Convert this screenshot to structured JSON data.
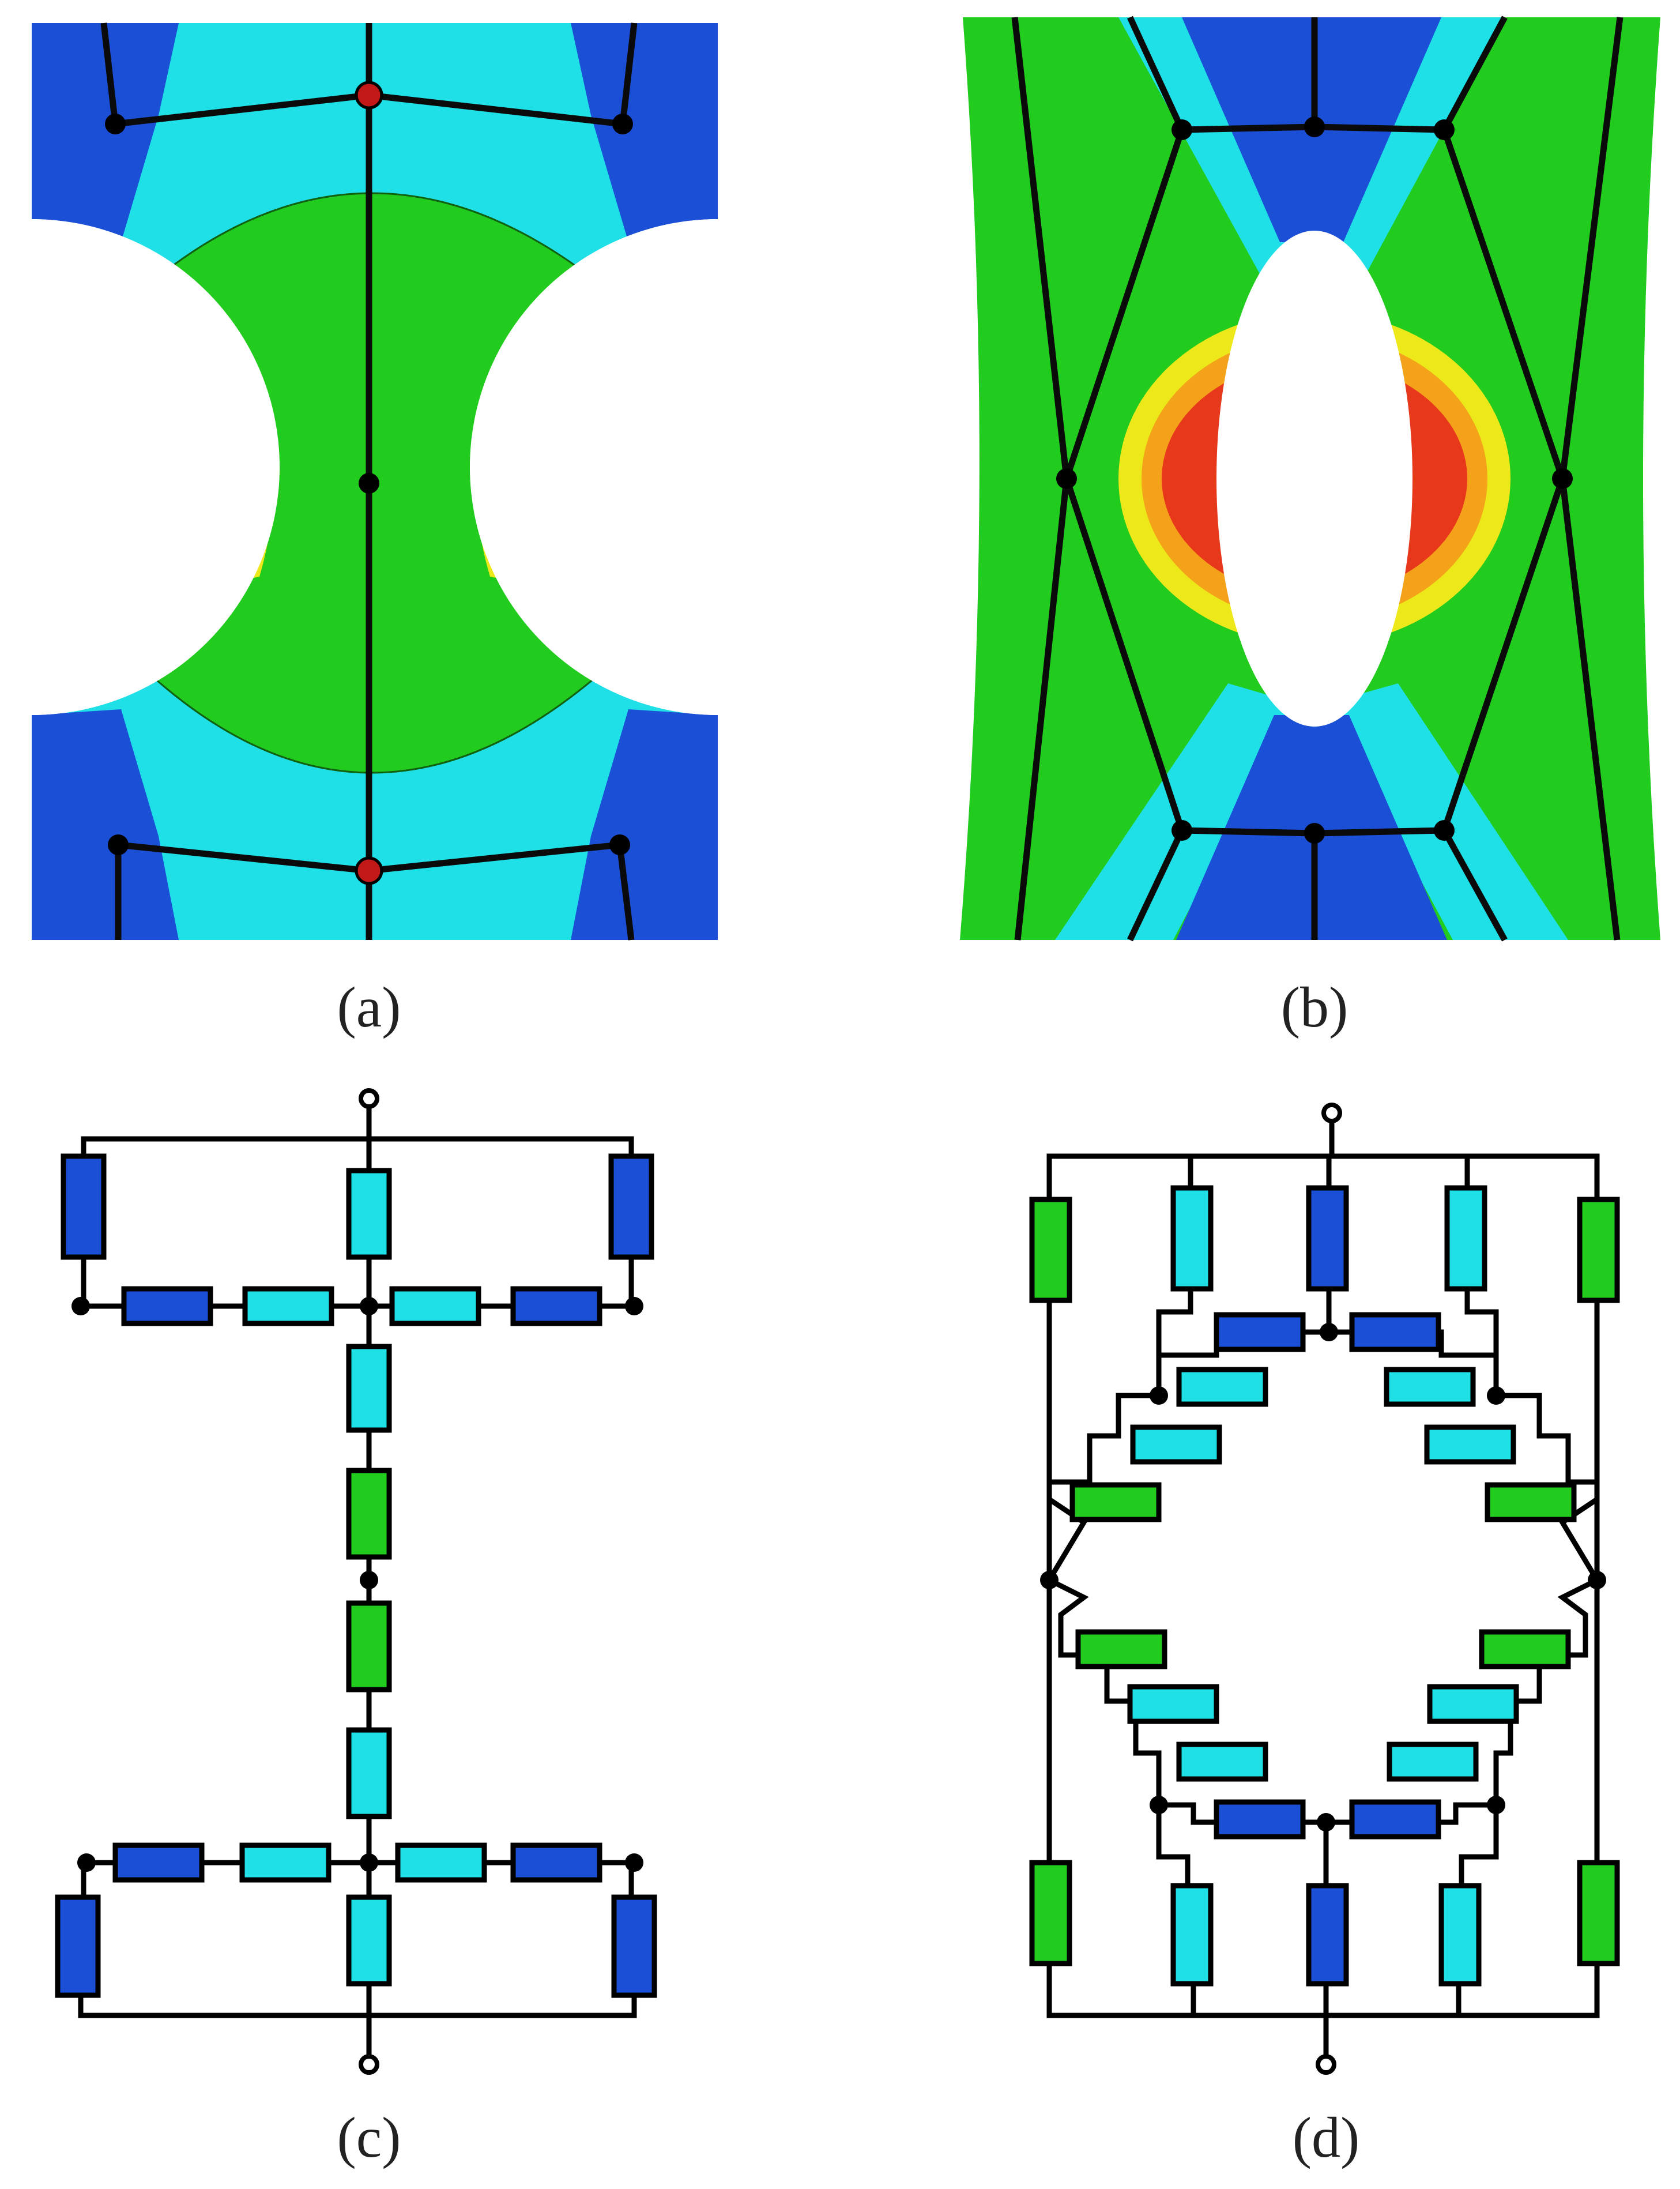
{
  "panels": [
    {
      "id": "a",
      "caption": "(a)"
    },
    {
      "id": "b",
      "caption": "(b)"
    },
    {
      "id": "c",
      "caption": "(c)"
    },
    {
      "id": "d",
      "caption": "(d)"
    }
  ],
  "colors": {
    "background": "#ffffff",
    "dark_blue": "#1a4fd6",
    "light_blue": "#1fe0e6",
    "green": "#22cc1f",
    "yellow": "#ece81a",
    "orange": "#f3a21a",
    "red": "#e8381c",
    "wire": "#000000"
  },
  "legend_semantics": {
    "resistor_colors": [
      "dark_blue",
      "light_blue",
      "green"
    ],
    "icons": [
      "node-dot-icon",
      "terminal-icon",
      "resistor-icon"
    ]
  }
}
